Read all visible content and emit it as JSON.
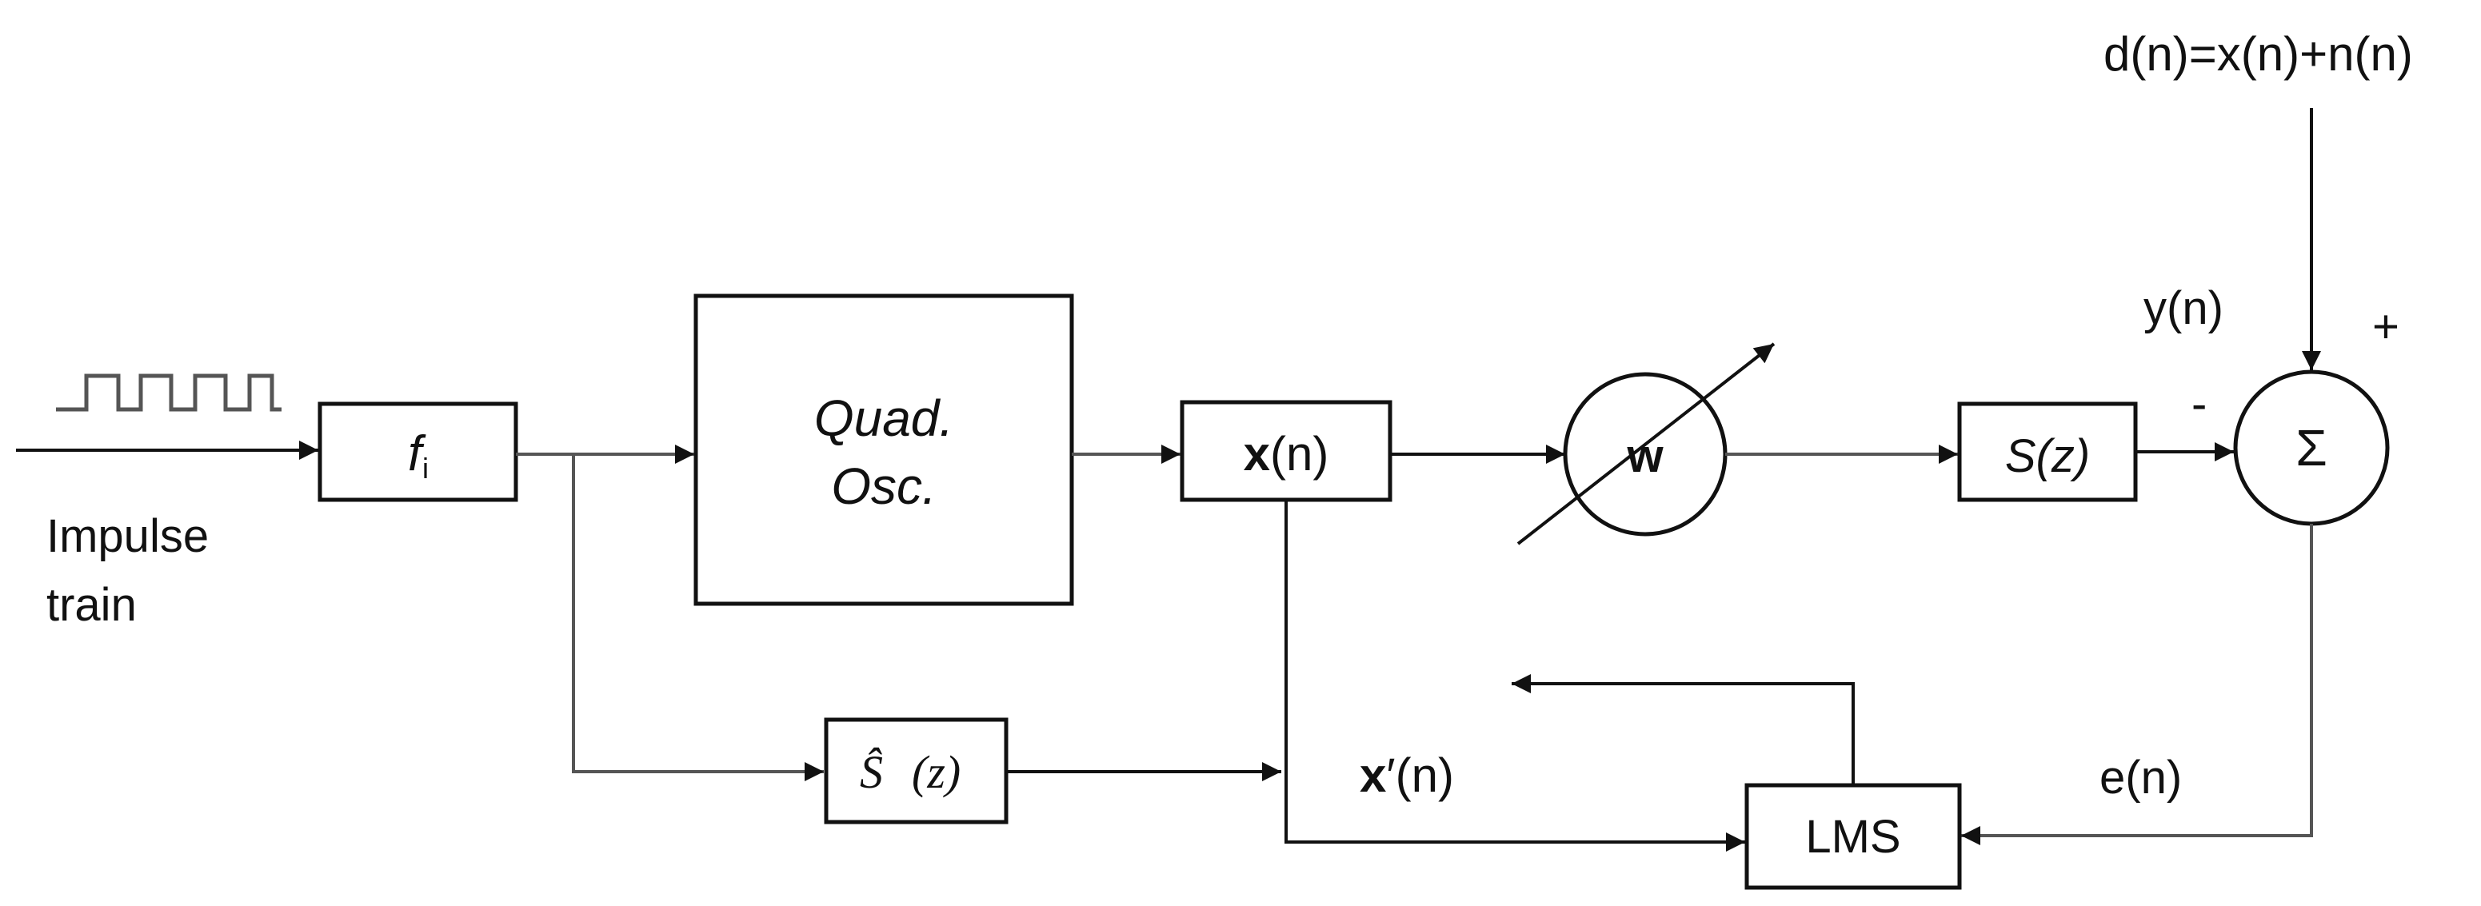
{
  "input": {
    "label_line1": "Impulse",
    "label_line2": "train"
  },
  "blocks": {
    "fi_main": "f",
    "fi_sub": "i",
    "quad_line1": "Quad.",
    "quad_line2": "Osc.",
    "xn_bold": "x",
    "xn_rest": "(n)",
    "w": "w",
    "sz_S": "S",
    "sz_z": "(z)",
    "shat_S": "Ŝ",
    "shat_z": "(z)",
    "sum": "Σ",
    "lms": "LMS"
  },
  "signals": {
    "dn": "d(n)=x(n)+n(n)",
    "yn": "y(n)",
    "plus": "+",
    "minus": "-",
    "en": "e(n)",
    "xpn_bold": "x",
    "xpn_rest": "′(n)"
  }
}
